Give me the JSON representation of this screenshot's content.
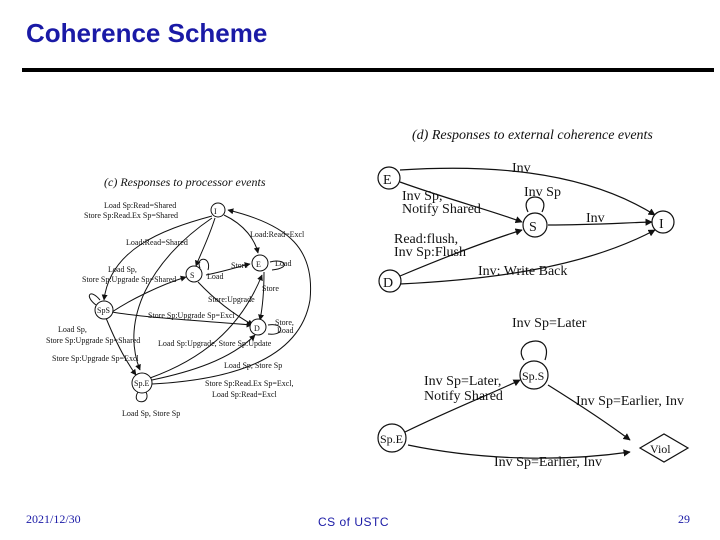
{
  "slide": {
    "title": "Coherence Scheme",
    "footer_date": "2021/12/30",
    "footer_center": "CS of USTC",
    "page_number": "29"
  },
  "panel_c": {
    "caption": "(c) Responses to processor events",
    "states": {
      "I": "I",
      "S": "S",
      "E": "E",
      "D": "D",
      "SpS": "SpS",
      "SpE": "Sp.E"
    },
    "labels": {
      "i_top1": "Load Sp:Read=Shared",
      "i_top2": "Store Sp:Read.Ex Sp=Shared",
      "i_to_e": "Load:Read=Excl",
      "read_shared": "Load:Read=Shared",
      "s_loop1": "Load Sp,",
      "s_loop2": "Store Sp:Upgrade Sp=Shared",
      "s_load": "Load",
      "s_store": "Store",
      "e_load": "Load",
      "store_upgrade": "Store:Upgrade",
      "e_store": "Store",
      "ss_upg": "Store Sp:Upgrade Sp=Excl",
      "d_store": "Store,",
      "d_load": "Load",
      "sps_l1": "Load Sp,",
      "sps_l2": "Store Sp:Upgrade Sp=Shared",
      "sps_l3": "Store Sp:Upgrade Sp=Excl",
      "spe_mid": "Load Sp:Upgrade, Store Sp:Update",
      "spe_low": "Load Sp, Store Sp",
      "spe_r1": "Store Sp:Read.Ex Sp=Excl,",
      "spe_r2": "Load Sp:Read=Excl",
      "spe_bottom": "Load Sp, Store Sp"
    }
  },
  "panel_d": {
    "caption": "(d) Responses to external coherence events",
    "states": {
      "E": "E",
      "S": "S",
      "I": "I",
      "D": "D",
      "SpS": "Sp.S",
      "SpE": "Sp.E",
      "Viol": "Viol"
    },
    "labels": {
      "inv_top": "Inv",
      "inv_sp_e1": "Inv Sp,",
      "inv_sp_e2": "Notify Shared",
      "inv_sp_loop": "Inv Sp",
      "inv_s_i": "Inv",
      "read_flush": "Read:flush,",
      "inv_sp_flush": "Inv Sp:Flush",
      "inv_writeback": "Inv: Write Back",
      "invsp_later": "Inv Sp=Later",
      "invsp_later_l1": "Inv Sp=Later,",
      "invsp_later_l2": "Notify Shared",
      "invsp_earlier_inv": "Inv Sp=Earlier, Inv",
      "invsp_earlier_inv2": "Inv Sp=Earlier, Inv"
    }
  }
}
